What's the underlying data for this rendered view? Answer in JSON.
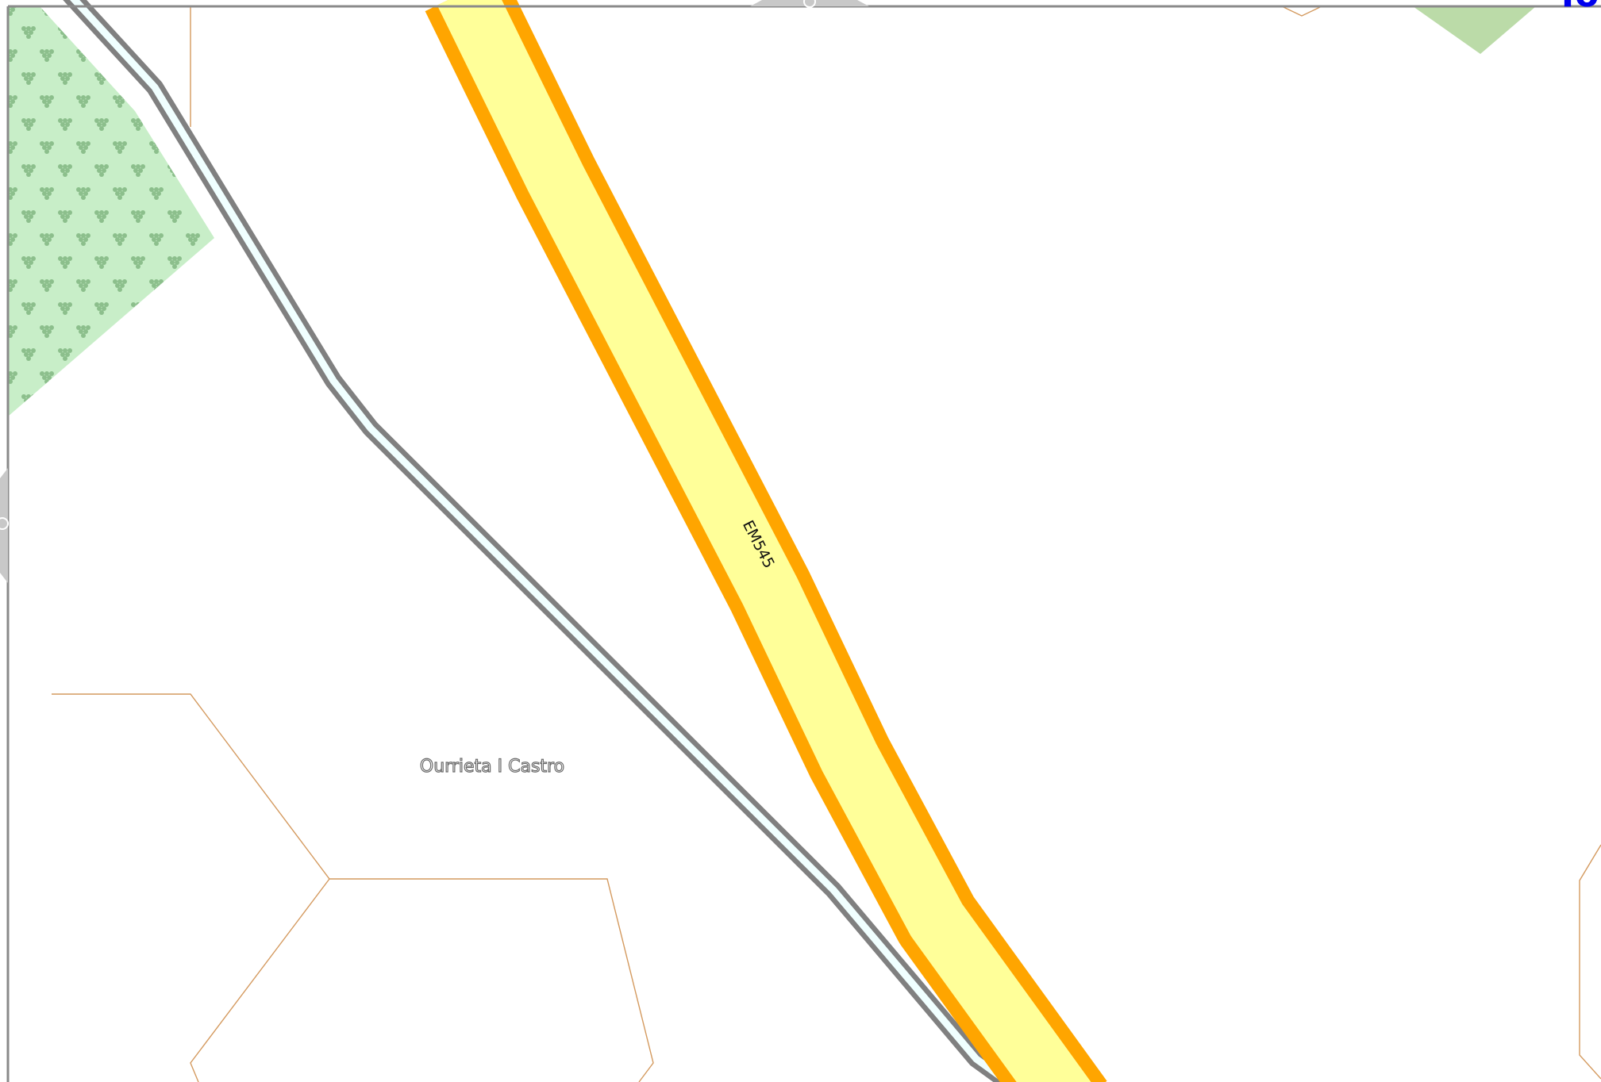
{
  "map": {
    "road_label": "EM545",
    "place_label": "Ourrieta I Castro",
    "corner_fragment": "To"
  },
  "colors": {
    "background": "#ffffff",
    "primary_road_casing": "#ffa500",
    "primary_road_fill": "#ffff99",
    "track_casing": "#808080",
    "track_fill": "#f0ffff",
    "vineyard_fill": "#c8eec8",
    "vineyard_pattern": "#8cbf8c",
    "meadow_fill": "#bbdba8",
    "boundary_line": "#d49a5f",
    "frame": "#8a8a8a",
    "link_text": "#0000ee"
  },
  "icons": {
    "top_handle": "pan-up-icon",
    "left_handle": "pan-left-icon"
  }
}
